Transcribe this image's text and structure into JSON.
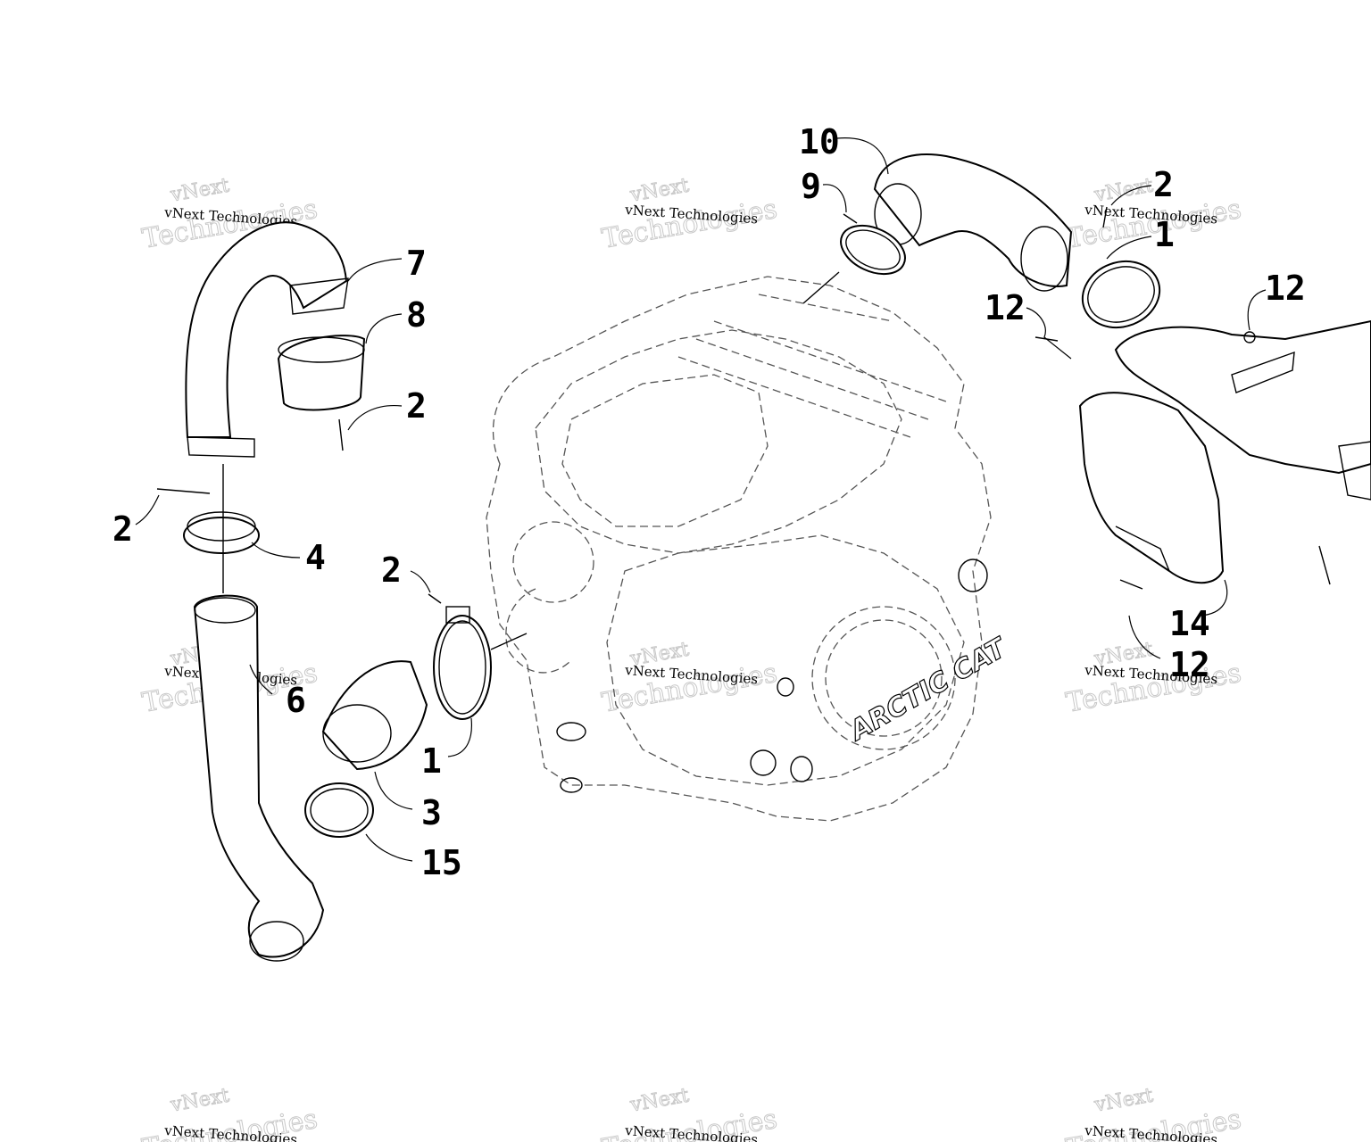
{
  "callouts": [
    {
      "id": "c1",
      "text": "10"
    },
    {
      "id": "c2",
      "text": "9"
    },
    {
      "id": "c3",
      "text": "2"
    },
    {
      "id": "c4",
      "text": "1"
    },
    {
      "id": "c5",
      "text": "12"
    },
    {
      "id": "c6",
      "text": "12"
    },
    {
      "id": "c7",
      "text": "7"
    },
    {
      "id": "c8",
      "text": "8"
    },
    {
      "id": "c9",
      "text": "2"
    },
    {
      "id": "c10",
      "text": "2"
    },
    {
      "id": "c11",
      "text": "4"
    },
    {
      "id": "c12",
      "text": "2"
    },
    {
      "id": "c13",
      "text": "6"
    },
    {
      "id": "c14",
      "text": "1"
    },
    {
      "id": "c15",
      "text": "3"
    },
    {
      "id": "c16",
      "text": "15"
    },
    {
      "id": "c17",
      "text": "14"
    },
    {
      "id": "c18",
      "text": "12"
    }
  ],
  "brand_text": "ARCTIC CAT",
  "watermark": {
    "line1": "vNext Technologies",
    "line2": "vNext",
    "line3": "Technologies"
  },
  "colors": {
    "line": "#000000",
    "watermark": "#c8c8c8",
    "background": "#ffffff"
  }
}
